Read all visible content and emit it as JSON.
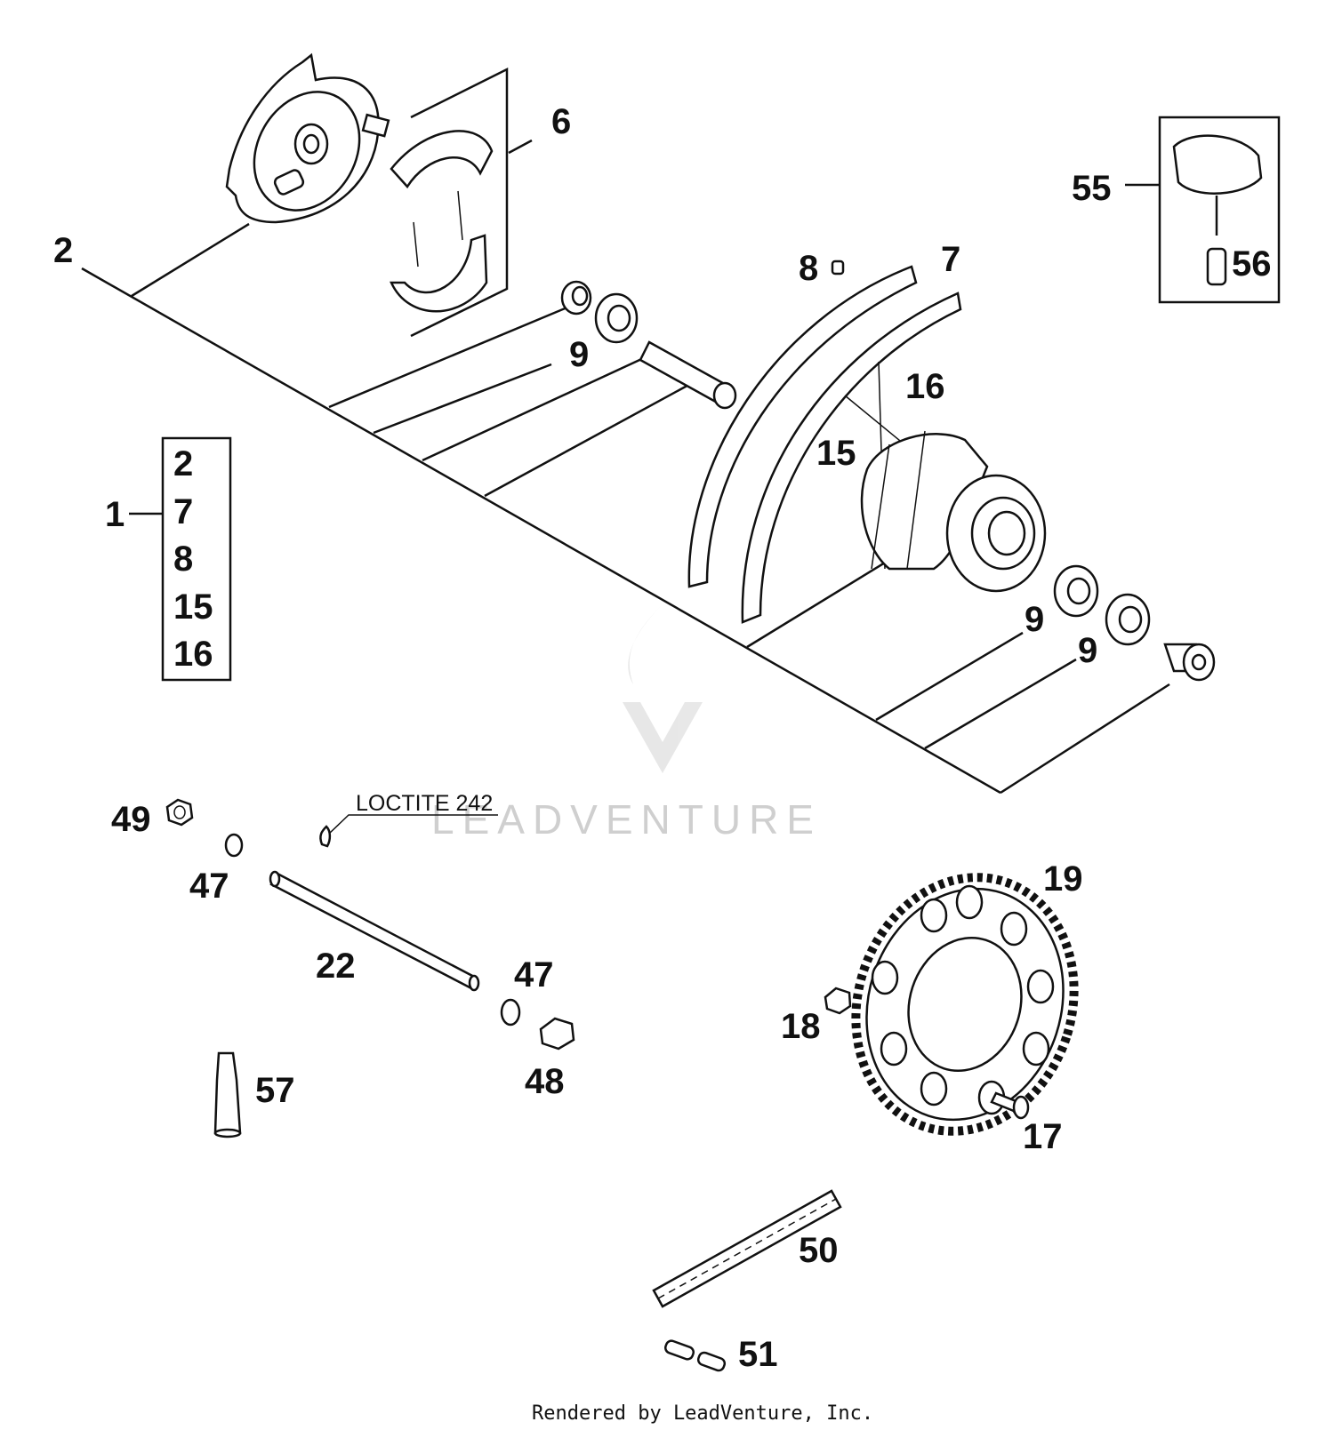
{
  "callouts": {
    "c2": "2",
    "c6": "6",
    "c7": "7",
    "c8": "8",
    "c9a": "9",
    "c9b": "9",
    "c9c": "9",
    "c15": "15",
    "c16": "16",
    "c1": "1",
    "c55": "55",
    "c56": "56",
    "c49": "49",
    "c47a": "47",
    "c47b": "47",
    "c48": "48",
    "c22": "22",
    "c57": "57",
    "c19": "19",
    "c18": "18",
    "c17": "17",
    "c50": "50",
    "c51": "51"
  },
  "kit_list": [
    "2",
    "7",
    "8",
    "15",
    "16"
  ],
  "note": "LOCTITE 242",
  "watermark": "LEADVENTURE",
  "footer": "Rendered by LeadVenture, Inc."
}
